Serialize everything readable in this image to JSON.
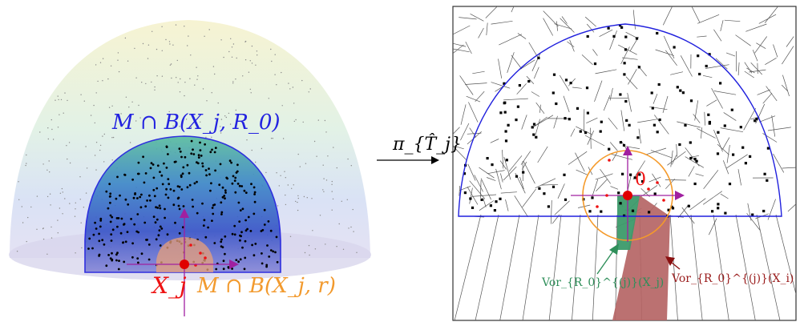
{
  "labels": {
    "ball_R0": "M ∩ B(X_j, R_0)",
    "point_Xj": "X_j",
    "ball_r": "M ∩ B(X_j, r)",
    "projection": "π_{T̂_j}",
    "origin": "0",
    "vor_j": "Vor_{R_0}^{(j)}(X_j)",
    "vor_i": "Vor_{R_0}^{(j)}(X_i)"
  },
  "colors": {
    "ball_R0_boundary": "#2020dd",
    "center_point": "#e00000",
    "small_ball": "#f59a2a",
    "axes": "#a020a0",
    "voronoi_cell_j": "#3c9a6a",
    "voronoi_cell_i": "#b56565",
    "voronoi_edges": "#555555"
  }
}
